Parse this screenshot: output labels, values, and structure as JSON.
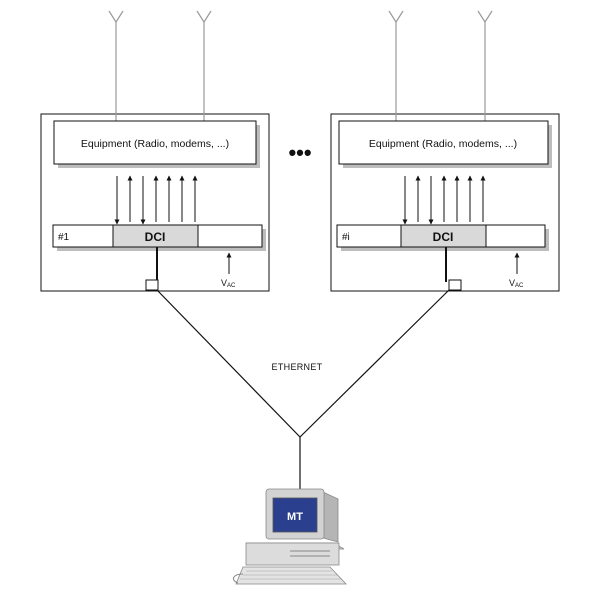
{
  "units": [
    {
      "equipment_label": "Equipment (Radio, modems, ...)",
      "id_label": "#1",
      "dci_label": "DCI",
      "vac_label": "V",
      "vac_subscript": "AC"
    },
    {
      "equipment_label": "Equipment (Radio, modems, ...)",
      "id_label": "#i",
      "dci_label": "DCI",
      "vac_label": "V",
      "vac_subscript": "AC"
    }
  ],
  "ellipsis": "•••",
  "network_label": "ETHERNET",
  "terminal_label": "MT",
  "colors": {
    "line": "#111111",
    "antenna": "#9a9a9a",
    "shadow": "#bdbdbd",
    "dci_fill": "#d9d9d9",
    "screen_blue": "#2b3f8f",
    "computer_body": "#d3d3d3"
  }
}
